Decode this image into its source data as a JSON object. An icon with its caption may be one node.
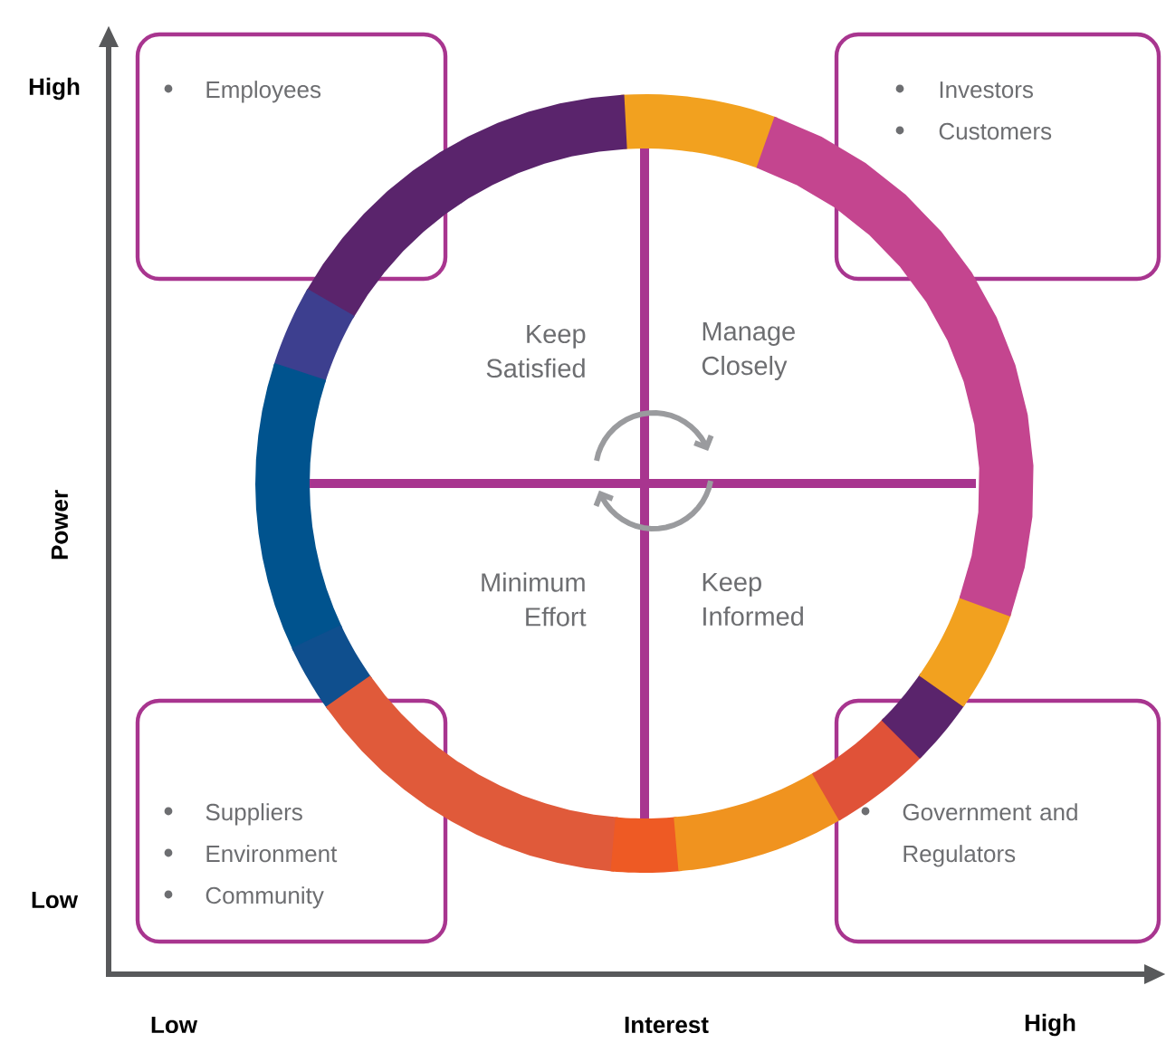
{
  "diagram": {
    "nodes": [
      {
        "text": [
          "Employees"
        ]
      },
      {
        "text": [
          "Investors",
          "Customers"
        ]
      },
      {
        "text": [
          "Suppliers",
          "Environment",
          "Community"
        ]
      },
      {
        "text": [
          "Government and Regulators"
        ]
      }
    ],
    "labels": [
      "High",
      "Keep Satisfied",
      "Manage Closely",
      "Power",
      "Minimum Effort",
      "Keep Informed",
      "Low",
      "Low",
      "Interest",
      "High"
    ]
  }
}
